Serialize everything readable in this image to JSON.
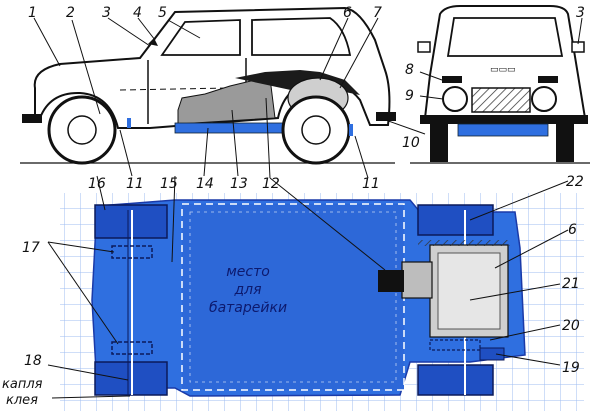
{
  "callouts": {
    "n1": "1",
    "n2": "2",
    "n3": "3",
    "n4": "4",
    "n5": "5",
    "n6": "6",
    "n7": "7",
    "n8": "8",
    "n9": "9",
    "n10": "10",
    "n11": "11",
    "n12": "12",
    "n13": "13",
    "n14": "14",
    "n15": "15",
    "n16": "16",
    "n17": "17",
    "n18": "18",
    "n19": "19",
    "n20": "20",
    "n21": "21",
    "n22": "22"
  },
  "labels": {
    "glue_line1": "капля",
    "glue_line2": "клея",
    "battery_line1": "место",
    "battery_line2": "для",
    "battery_line3": "батарейки"
  },
  "colors": {
    "platform_blue": "#2f6fe0",
    "grid_light": "#a9c3f3",
    "dark_blue": "#1a3aa8",
    "ink": "#111111",
    "body_gray": "#8a8a8a"
  }
}
